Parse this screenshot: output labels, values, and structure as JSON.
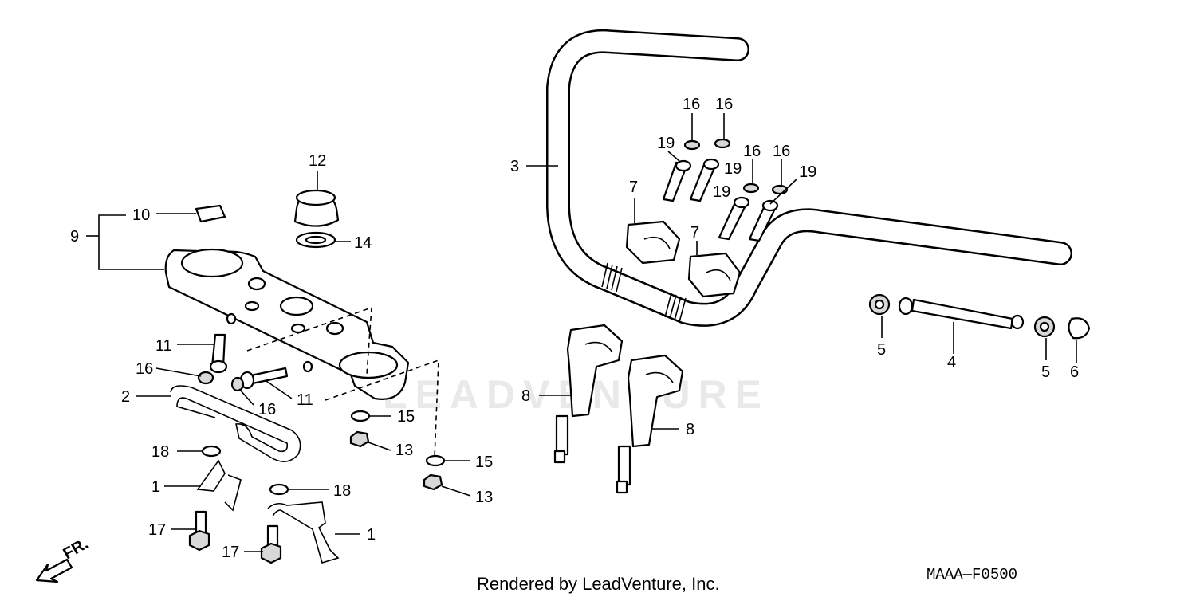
{
  "watermark": "LEADVENTURE",
  "footer": {
    "render_credit": "Rendered by LeadVenture, Inc.",
    "diagram_code": "MAAA—F0500"
  },
  "direction_marker": "FR.",
  "callouts": {
    "c1a": "1",
    "c1b": "1",
    "c2": "2",
    "c3": "3",
    "c4": "4",
    "c5a": "5",
    "c5b": "5",
    "c6": "6",
    "c7a": "7",
    "c7b": "7",
    "c8a": "8",
    "c8b": "8",
    "c9": "9",
    "c10": "10",
    "c11a": "11",
    "c11b": "11",
    "c12": "12",
    "c13a": "13",
    "c13b": "13",
    "c14": "14",
    "c15a": "15",
    "c15b": "15",
    "c16a": "16",
    "c16b": "16",
    "c16c": "16",
    "c16d": "16",
    "c16e": "16",
    "c16f": "16",
    "c17a": "17",
    "c17b": "17",
    "c18a": "18",
    "c18b": "18",
    "c19a": "19",
    "c19b": "19",
    "c19c": "19",
    "c19d": "19"
  }
}
